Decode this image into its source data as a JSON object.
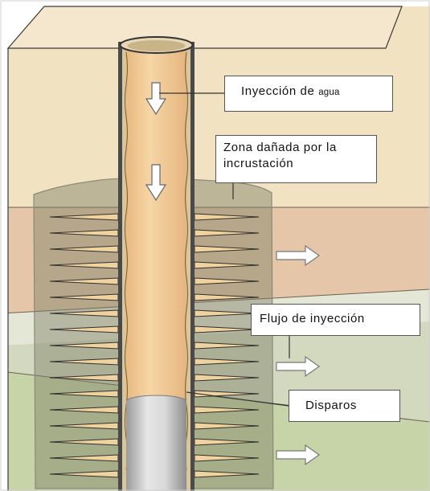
{
  "labels": {
    "injection_main": "Inyección de ",
    "injection_small": "agua",
    "damaged_zone_line1": "Zona dañada por la",
    "damaged_zone_line2": "incrustación",
    "injection_flow": "Flujo de inyección",
    "perforations": "Disparos"
  },
  "colors": {
    "top_layer": "#f1e2c2",
    "upper_band": "#e6c6a8",
    "middle_band": "#e4e6d3",
    "lower_band": "#c7d2b3",
    "bottom_layer": "#c6d3a6",
    "damaged_zone": "#a8a791",
    "casing_fill": "#f1c891",
    "cement_plug": "#c8c8c8",
    "outline": "#3a3a3a"
  },
  "icons": [
    "down-arrow-icon",
    "right-arrow-icon"
  ]
}
